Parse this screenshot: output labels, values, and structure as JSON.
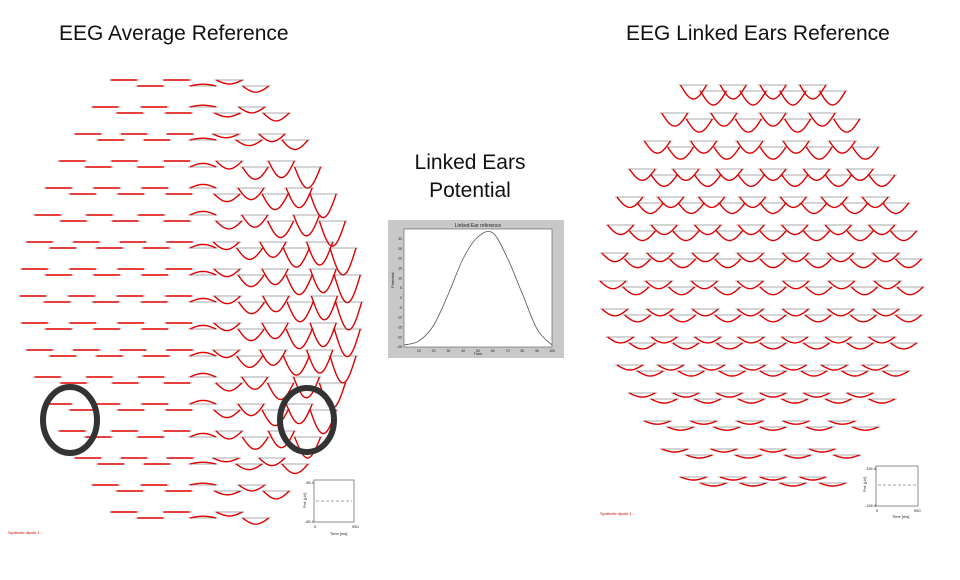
{
  "left_title": "EEG Average Reference",
  "right_title": "EEG Linked Ears Reference",
  "center_title_line1": "Linked Ears",
  "center_title_line2": "Potential",
  "inset_chart": {
    "title": "Linked Ear reference",
    "ylabel": "Potential",
    "xlabel": "Time",
    "x_ticks": [
      "10",
      "20",
      "30",
      "40",
      "50",
      "60",
      "70",
      "80",
      "90",
      "100"
    ],
    "y_ticks": [
      "30",
      "25",
      "20",
      "15",
      "10",
      "5",
      "0",
      "-5",
      "-10",
      "-15",
      "-20",
      "-25"
    ]
  },
  "chart_data": {
    "type": "line",
    "title": "Linked Ear reference",
    "xlabel": "Time",
    "ylabel": "Potential",
    "xlim": [
      0,
      100
    ],
    "ylim": [
      -25,
      35
    ],
    "x": [
      0,
      10,
      20,
      30,
      40,
      50,
      60,
      70,
      80,
      90,
      100
    ],
    "values": [
      -24,
      -22,
      -14,
      2,
      20,
      31,
      33,
      20,
      2,
      -16,
      -24
    ]
  },
  "left_scale": {
    "top_value": "89.1",
    "bottom_value": "-89.1",
    "x_start": "0",
    "x_end": "950",
    "xlabel": "Time [ms]",
    "ylabel": "Pot. [µV]"
  },
  "right_scale": {
    "top_value": "126.4",
    "bottom_value": "-126.4",
    "x_start": "0",
    "x_end": "950",
    "xlabel": "Time [ms]",
    "ylabel": "Pot. [µV]"
  },
  "left_caption": "Synthetic dipole 1: -",
  "right_caption": "Synthetic dipole 1: -",
  "colors": {
    "trace": "#dd0000",
    "baseline": "#444444",
    "circle": "#333333"
  }
}
